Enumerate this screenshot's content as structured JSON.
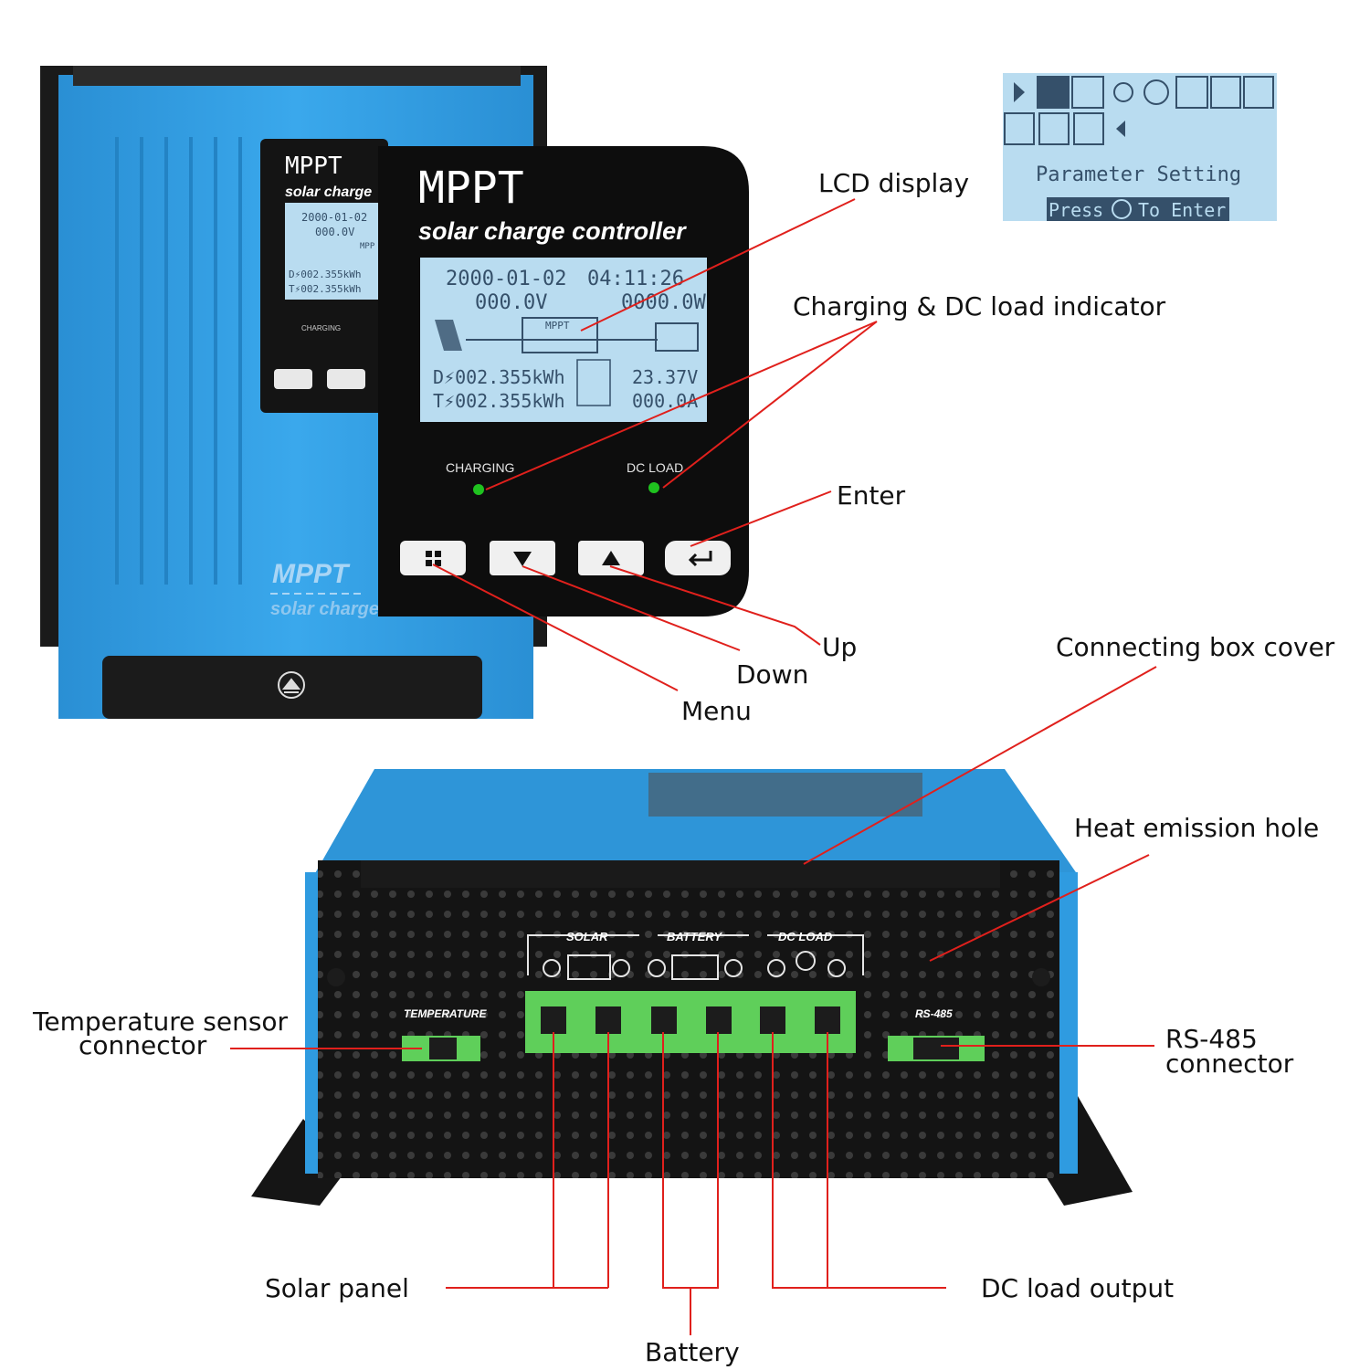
{
  "lcd_inset": {
    "menu_title": "Parameter Setting",
    "menu_hint_pre": "Press",
    "menu_hint_post": "To Enter"
  },
  "front_panel": {
    "brand": "MPPT",
    "subtitle": "solar charge controller",
    "screen": {
      "date": "2000-01-02",
      "time": "04:11:26",
      "pv_voltage": "000.0V",
      "load_power": "0000.0W",
      "flow_label": "MPPT",
      "day_energy": "D⚡002.355kWh",
      "total_energy": "T⚡002.355kWh",
      "battery_voltage": "23.37V",
      "load_current": "000.0A"
    },
    "indicator_charging": "CHARGING",
    "indicator_dc_load": "DC LOAD"
  },
  "back_unit": {
    "brand": "MPPT",
    "subtitle": "solar charge",
    "mini_screen": {
      "date": "2000-01-02",
      "pv_voltage": "000.0V",
      "flow_label": "MPP",
      "day_energy": "D⚡002.355kWh",
      "total_energy": "T⚡002.355kWh"
    },
    "indicator_charging": "CHARGING"
  },
  "terminal_panel": {
    "solar_label": "SOLAR",
    "battery_label": "BATTERY",
    "dc_load_label": "DC LOAD",
    "temperature_label": "TEMPERATURE",
    "rs485_label": "RS-485"
  },
  "callouts": {
    "lcd_display": "LCD display",
    "indicator": "Charging & DC load indicator",
    "enter": "Enter",
    "up": "Up",
    "down": "Down",
    "menu": "Menu",
    "box_cover": "Connecting box cover",
    "heat_hole": "Heat emission hole",
    "temp_sensor_line1": "Temperature sensor",
    "temp_sensor_line2": "connector",
    "rs485_line1": "RS-485",
    "rs485_line2": "connector",
    "solar_panel": "Solar panel",
    "dc_load_output": "DC load output",
    "battery": "Battery"
  },
  "colors": {
    "housing_blue": "#2f9be0",
    "panel_black": "#141414",
    "lcd_bg": "#b9dcf0",
    "lcd_text": "#35506a",
    "terminal_green": "#5fcf5a",
    "callout_line": "#e0201c",
    "led_green": "#1fc21f"
  }
}
